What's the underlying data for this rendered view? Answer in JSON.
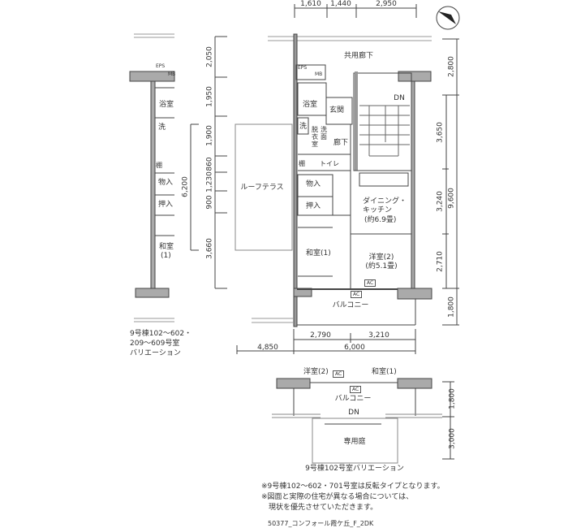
{
  "top_dims": [
    "1,610",
    "1,440",
    "2,950"
  ],
  "left_dims": [
    "2,050",
    "1,950",
    "1,900",
    "860",
    "1,230",
    "900",
    "3,660"
  ],
  "left_total": "6,200",
  "right_dims": [
    "2,800",
    "3,650",
    "3,240",
    "2,710",
    "1,800"
  ],
  "right_total": "9,600",
  "bottom_dims": [
    "2,790",
    "3,210"
  ],
  "bottom_total": [
    "4,850",
    "6,000"
  ],
  "rooms": {
    "corridor": "共用廊下",
    "eps": "EPS",
    "mb": "MB",
    "bath": "浴室",
    "entrance": "玄関",
    "washer": "洗",
    "dressing": "脱衣室",
    "washroom": "洗面",
    "hallway": "廊下",
    "toilet": "トイレ",
    "shelf": "棚",
    "storage": "物入",
    "closet": "押入",
    "dk": "ダイニング・",
    "dk2": "キッチン",
    "dk_size": "(約6.9畳)",
    "washitsu": "和室(1)",
    "yoshitsu": "洋室(2)",
    "yoshitsu_size": "(約5.1畳)",
    "balcony": "バルコニー",
    "stairs_dn": "DN",
    "roof_terrace": "ルーフテラス",
    "ac": "AC"
  },
  "variation_left": {
    "bath": "浴室",
    "washer": "洗",
    "storage": "物入",
    "closet": "押入",
    "washitsu": "和室",
    "washitsu_num": "(1)",
    "eps": "EPS",
    "mb": "MB",
    "shelf": "棚",
    "caption": [
      "9号棟102～602・",
      "209～609号室",
      "バリエーション"
    ]
  },
  "variation_bottom": {
    "yoshitsu": "洋室(2)",
    "washitsu": "和室(1)",
    "balcony": "バルコニー",
    "dn": "DN",
    "garden": "専用庭",
    "dims": [
      "1,800",
      "3,000"
    ],
    "caption": "9号棟102号室バリエーション"
  },
  "notes": [
    "※9号棟102～602・701号室は反転タイプとなります。",
    "※図面と実際の住宅が異なる場合については、",
    "　現状を優先させていただきます。"
  ],
  "footer": "50377_コンフォール霞ケ丘_F_2DK"
}
